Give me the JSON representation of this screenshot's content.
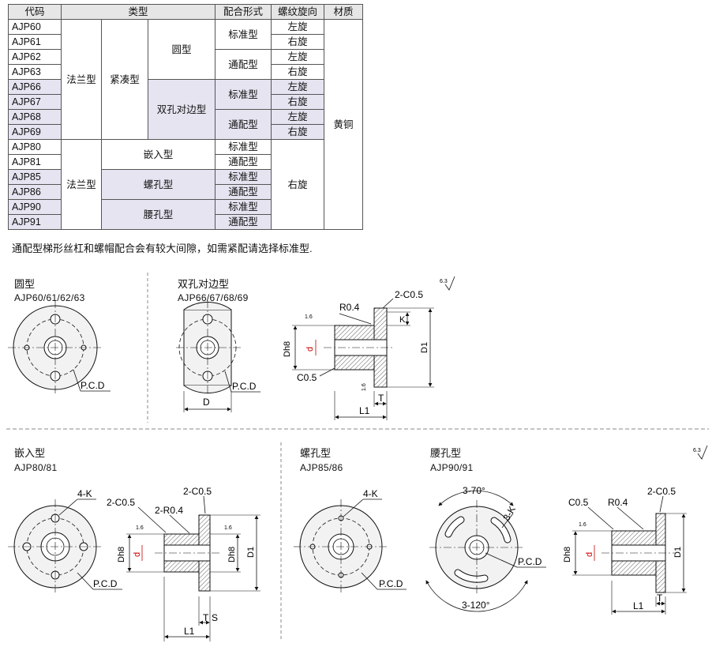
{
  "table": {
    "headers": [
      "代码",
      "类型",
      "配合形式",
      "螺纹旋向",
      "材质"
    ],
    "codes": [
      "AJP60",
      "AJP61",
      "AJP62",
      "AJP63",
      "AJP66",
      "AJP67",
      "AJP68",
      "AJP69",
      "AJP80",
      "AJP81",
      "AJP85",
      "AJP86",
      "AJP90",
      "AJP91"
    ],
    "flange": "法兰型",
    "compact": "紧凑型",
    "round": "圆型",
    "double_hole": "双孔对边型",
    "embedded": "嵌入型",
    "screw_hole": "螺孔型",
    "waist_hole": "腰孔型",
    "standard": "标准型",
    "general": "通配型",
    "left": "左旋",
    "right": "右旋",
    "material": "黄铜"
  },
  "note": "通配型梯形丝杠和螺帽配合会有较大间隙，如需紧配请选择标准型.",
  "drawings": {
    "round_title": "圆型",
    "round_codes": "AJP60/61/62/63",
    "double_title": "双孔对边型",
    "double_codes": "AJP66/67/68/69",
    "embed_title": "嵌入型",
    "embed_codes": "AJP80/81",
    "screw_title": "螺孔型",
    "screw_codes": "AJP85/86",
    "waist_title": "腰孔型",
    "waist_codes": "AJP90/91",
    "pcd": "P.C.D",
    "d_label": "D",
    "dh8": "Dh8",
    "d_small": "d",
    "d1": "D1",
    "l1": "L1",
    "t": "T",
    "s": "S",
    "k": "K",
    "r04": "R0.4",
    "r04b": "2-R0.4",
    "c05": "C0.5",
    "c05x2": "2-C0.5",
    "fourk": "4-K",
    "threek": "3-K",
    "angle70": "3-70°",
    "angle120": "3-120°",
    "rough16": "1.6",
    "rough63": "6.3"
  }
}
